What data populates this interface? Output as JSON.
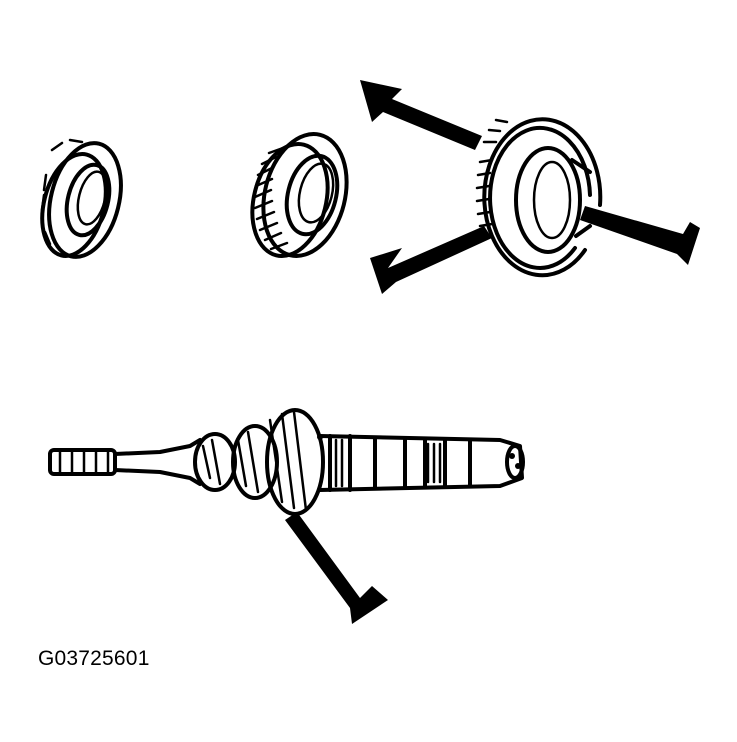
{
  "figure": {
    "id_label": "G03725601",
    "line_color": "#000000",
    "background": "#ffffff",
    "parts": [
      "bearing-race",
      "gear-bearing",
      "synchronizer-ring",
      "input-shaft"
    ],
    "arrow_count": 4
  }
}
